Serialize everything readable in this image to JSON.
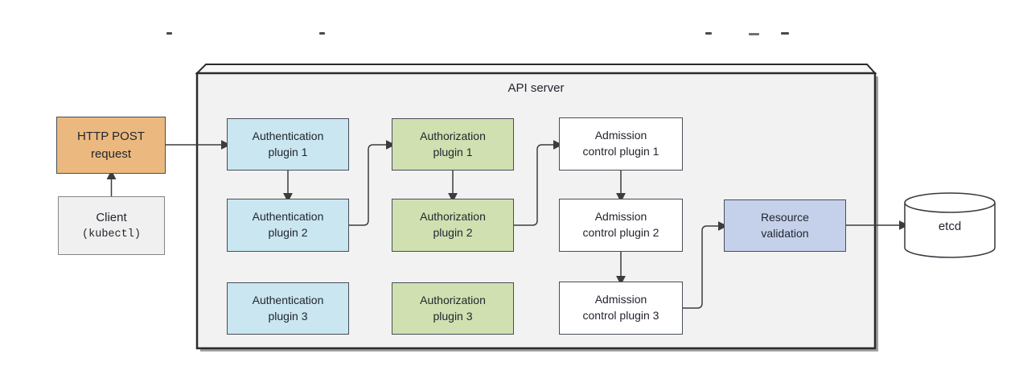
{
  "api_server": {
    "label": "API server"
  },
  "nodes": {
    "http_post": {
      "line1": "HTTP POST",
      "line2": "request"
    },
    "client": {
      "line1": "Client",
      "line2": "(kubectl)"
    },
    "auth1": {
      "line1": "Authentication",
      "line2": "plugin 1"
    },
    "auth2": {
      "line1": "Authentication",
      "line2": "plugin 2"
    },
    "auth3": {
      "line1": "Authentication",
      "line2": "plugin 3"
    },
    "authz1": {
      "line1": "Authorization",
      "line2": "plugin 1"
    },
    "authz2": {
      "line1": "Authorization",
      "line2": "plugin 2"
    },
    "authz3": {
      "line1": "Authorization",
      "line2": "plugin 3"
    },
    "adm1": {
      "line1": "Admission",
      "line2": "control plugin 1"
    },
    "adm2": {
      "line1": "Admission",
      "line2": "control plugin 2"
    },
    "adm3": {
      "line1": "Admission",
      "line2": "control plugin 3"
    },
    "resource_validation": {
      "line1": "Resource",
      "line2": "validation"
    },
    "etcd": {
      "label": "etcd"
    }
  },
  "colors": {
    "authentication_fill": "#c9e6f1",
    "authorization_fill": "#d0e0b1",
    "admission_fill": "#ffffff",
    "http_post_fill": "#ebb97f",
    "resource_validation_fill": "#c5d1ea",
    "client_fill": "#f0f0f0",
    "api_server_fill": "#f2f2f2",
    "api_server_top_fill": "#f7f7f7",
    "api_server_border": "#2b2b2b",
    "api_server_shadow": "#a0a0a0",
    "etcd_fill": "#ffffff",
    "arrow": "#3c3c3c",
    "text": "#22262e"
  }
}
